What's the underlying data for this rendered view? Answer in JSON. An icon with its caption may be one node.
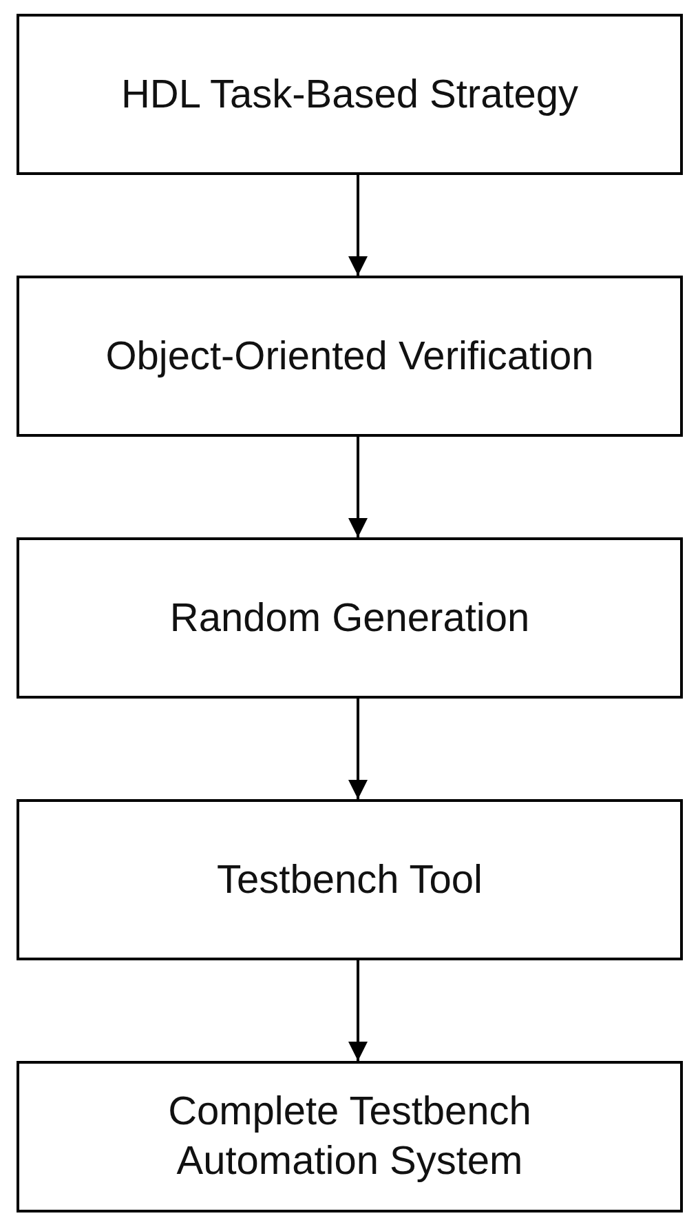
{
  "diagram": {
    "nodes": [
      {
        "text": [
          "HDL Task-Based Strategy"
        ]
      },
      {
        "text": [
          "Object-Oriented Verification"
        ]
      },
      {
        "text": [
          "Random Generation"
        ]
      },
      {
        "text": [
          "Testbench Tool"
        ]
      },
      {
        "text": [
          "Complete Testbench Automation System"
        ]
      }
    ],
    "edges": [
      {
        "from": 0,
        "to": 1,
        "arrow": "to"
      },
      {
        "from": 1,
        "to": 2,
        "arrow": "to"
      },
      {
        "from": 2,
        "to": 3,
        "arrow": "to"
      },
      {
        "from": 3,
        "to": 4,
        "arrow": "to"
      }
    ]
  }
}
